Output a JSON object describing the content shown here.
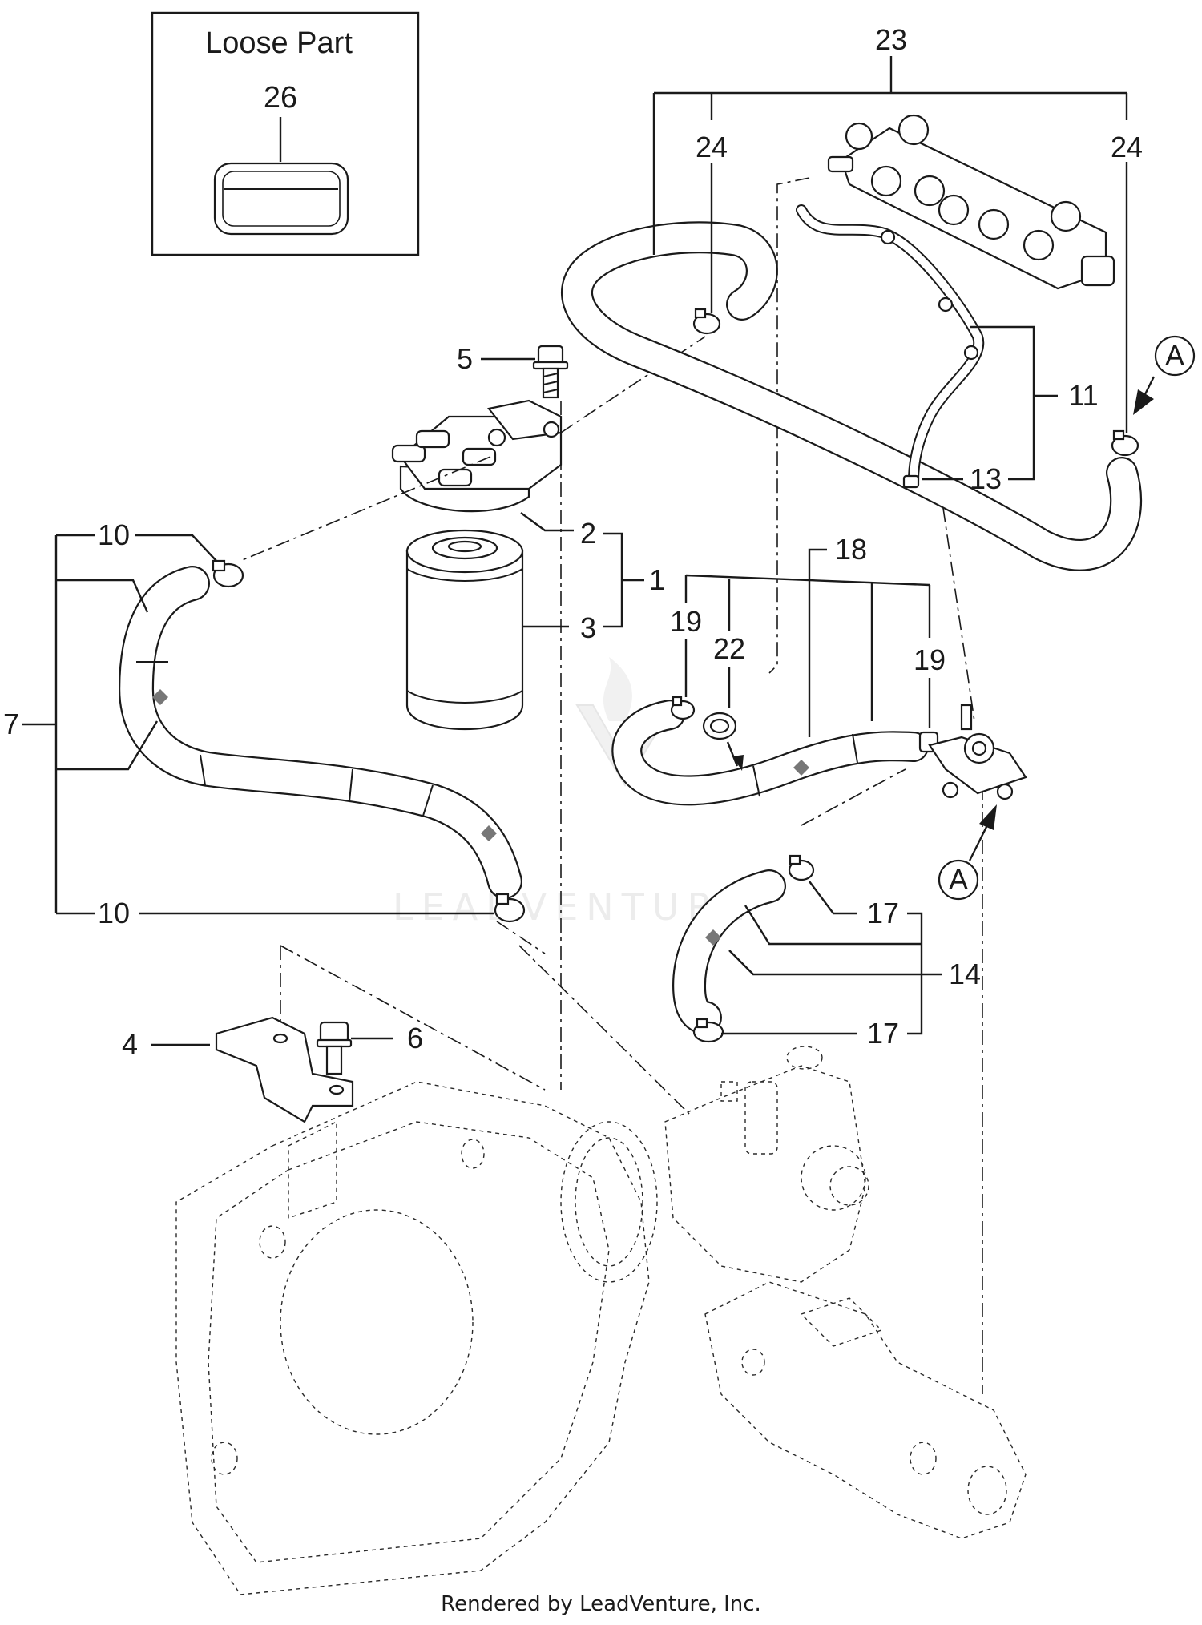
{
  "loose_part_box": {
    "title": "Loose Part",
    "number": "26"
  },
  "callouts": {
    "n1": "1",
    "n2": "2",
    "n3": "3",
    "n4": "4",
    "n5": "5",
    "n6": "6",
    "n7": "7",
    "n10a": "10",
    "n10b": "10",
    "n11": "11",
    "n13": "13",
    "n14": "14",
    "n17a": "17",
    "n17b": "17",
    "n18": "18",
    "n19a": "19",
    "n19b": "19",
    "n22": "22",
    "n23": "23",
    "n24a": "24",
    "n24b": "24"
  },
  "reference_markers": {
    "a_top": "A",
    "a_bottom": "A"
  },
  "watermark": "LEADVENTURE",
  "footer": "Rendered by LeadVenture, Inc."
}
